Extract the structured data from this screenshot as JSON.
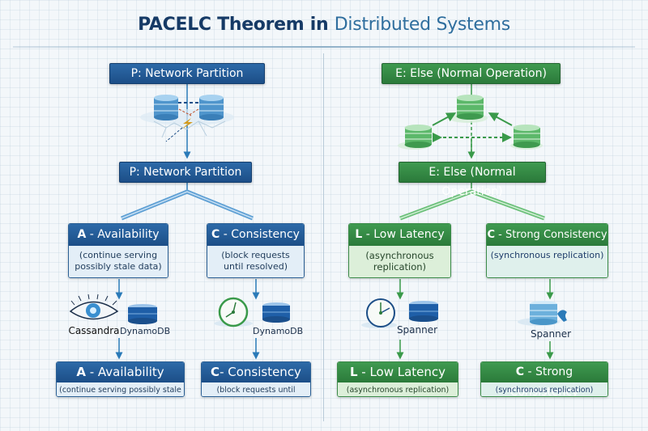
{
  "title": {
    "part1": "PACELC Theorem in",
    "part2": "Distributed Systems"
  },
  "colors": {
    "blue": "#1c4e87",
    "green": "#2b7a3a",
    "title": "#163a66"
  },
  "left": {
    "top_header": "P: Network Partition",
    "icon": "network-partition-icon",
    "second_header": "P: Network Partition",
    "branches": [
      {
        "letter": "A",
        "name": " - Availability",
        "desc_line1": "(continue serving",
        "desc_line2": "possibly stale data)",
        "examples": [
          "Cassandra",
          "DynamoDB"
        ],
        "icons": [
          "cassandra-eye-icon",
          "database-icon"
        ],
        "bottom_letter": "A",
        "bottom_name": " - Availability",
        "bottom_desc": "(continue serving possibly stale data)"
      },
      {
        "letter": "C",
        "name": " - Consistency",
        "desc_line1": "(block requests",
        "desc_line2": "until resolved)",
        "examples": [
          "DynamoDB"
        ],
        "icons": [
          "clock-icon",
          "database-icon"
        ],
        "bottom_letter": "C",
        "bottom_name": "- Consistency",
        "bottom_desc": "(block requests until resolved)"
      }
    ]
  },
  "right": {
    "top_header": "E: Else (Normal Operation)",
    "icon": "replicated-databases-icon",
    "second_header": "E: Else (Normal Operation)",
    "branches": [
      {
        "letter": "L",
        "name": " - Low Latency",
        "desc_line1": "(asynchronous",
        "desc_line2": "replication)",
        "examples": [
          "Spanner"
        ],
        "icons": [
          "clock-icon",
          "database-icon"
        ],
        "bottom_letter": "L",
        "bottom_name": " - Low Latency",
        "bottom_desc": "(asynchronous replication)"
      },
      {
        "letter": "C",
        "name": " - Strong Consistency",
        "desc_line1": "(synchronous replication)",
        "desc_line2": "",
        "examples": [
          "Spanner"
        ],
        "icons": [
          "spanner-database-icon"
        ],
        "bottom_letter": "C",
        "bottom_name": " - Strong Consistency",
        "bottom_desc": "(synchronous replication)"
      }
    ]
  }
}
